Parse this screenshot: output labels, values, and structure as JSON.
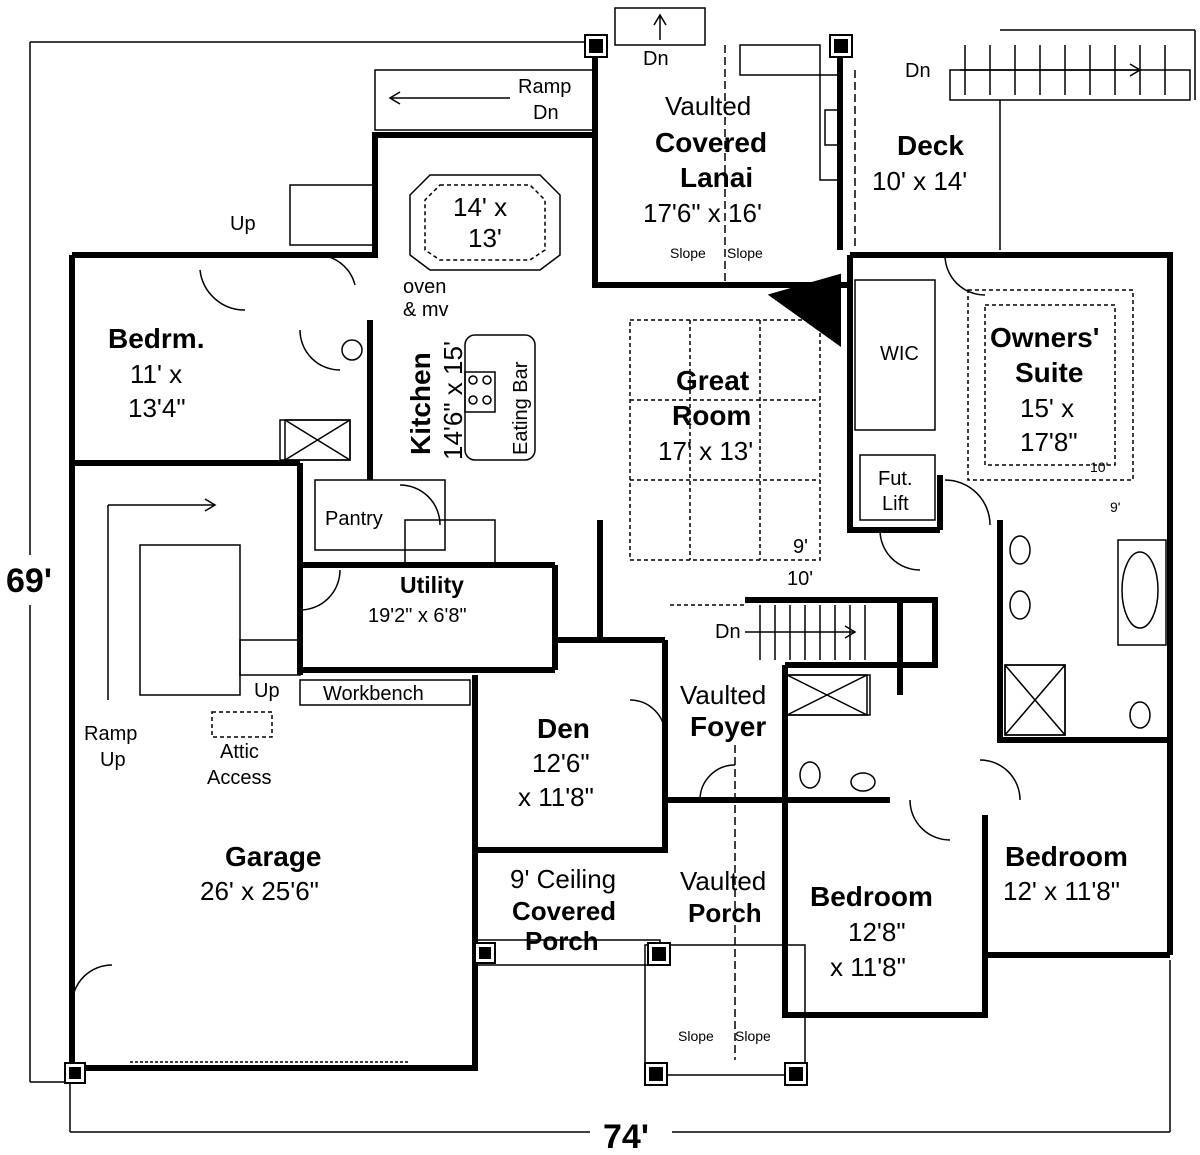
{
  "overall": {
    "depth": "69'",
    "width": "74'"
  },
  "rooms": {
    "lanai": {
      "line1": "Vaulted",
      "line2": "Covered",
      "line3": "Lanai",
      "size": "17'6\" x 16'"
    },
    "deck": {
      "name": "Deck",
      "size": "10' x 14'"
    },
    "bedroom_a": {
      "name": "Bedrm.",
      "size1": "11' x",
      "size2": "13'4\""
    },
    "kitchen": {
      "name": "Kitchen",
      "size": "14'6\" x 15'",
      "eating_bar": "Eating Bar",
      "oven1": "oven",
      "oven2": "& mv"
    },
    "great_room": {
      "line1": "Great",
      "line2": "Room",
      "size": "17' x 13'",
      "ceiling1": "9'",
      "ceiling2": "10'"
    },
    "owners_suite": {
      "line1": "Owners'",
      "line2": "Suite",
      "size1": "15' x",
      "size2": "17'8\"",
      "ceiling1": "10'",
      "ceiling2": "9'",
      "wic": "WIC",
      "lift1": "Fut.",
      "lift2": "Lift"
    },
    "pantry": {
      "name": "Pantry"
    },
    "utility": {
      "name": "Utility",
      "size": "19'2\" x 6'8\""
    },
    "workbench": {
      "name": "Workbench"
    },
    "garage": {
      "name": "Garage",
      "size": "26' x 25'6\"",
      "ramp1": "Ramp",
      "ramp2": "Up",
      "attic1": "Attic",
      "attic2": "Access"
    },
    "den": {
      "name": "Den",
      "size1": "12'6\"",
      "size2": "x 11'8\""
    },
    "foyer": {
      "line1": "Vaulted",
      "line2": "Foyer"
    },
    "front_porch": {
      "line1": "9' Ceiling",
      "line2": "Covered",
      "line3": "Porch"
    },
    "vaulted_porch": {
      "line1": "Vaulted",
      "line2": "Porch"
    },
    "bedroom_b": {
      "name": "Bedroom",
      "size1": "12'8\"",
      "size2": "x 11'8\""
    },
    "bedroom_c": {
      "name": "Bedroom",
      "size": "12' x 11'8\""
    },
    "tray": {
      "line1": "14' x",
      "line2": "13'"
    }
  },
  "notes": {
    "dn": "Dn",
    "up": "Up",
    "ramp": "Ramp",
    "slope": "Slope"
  }
}
